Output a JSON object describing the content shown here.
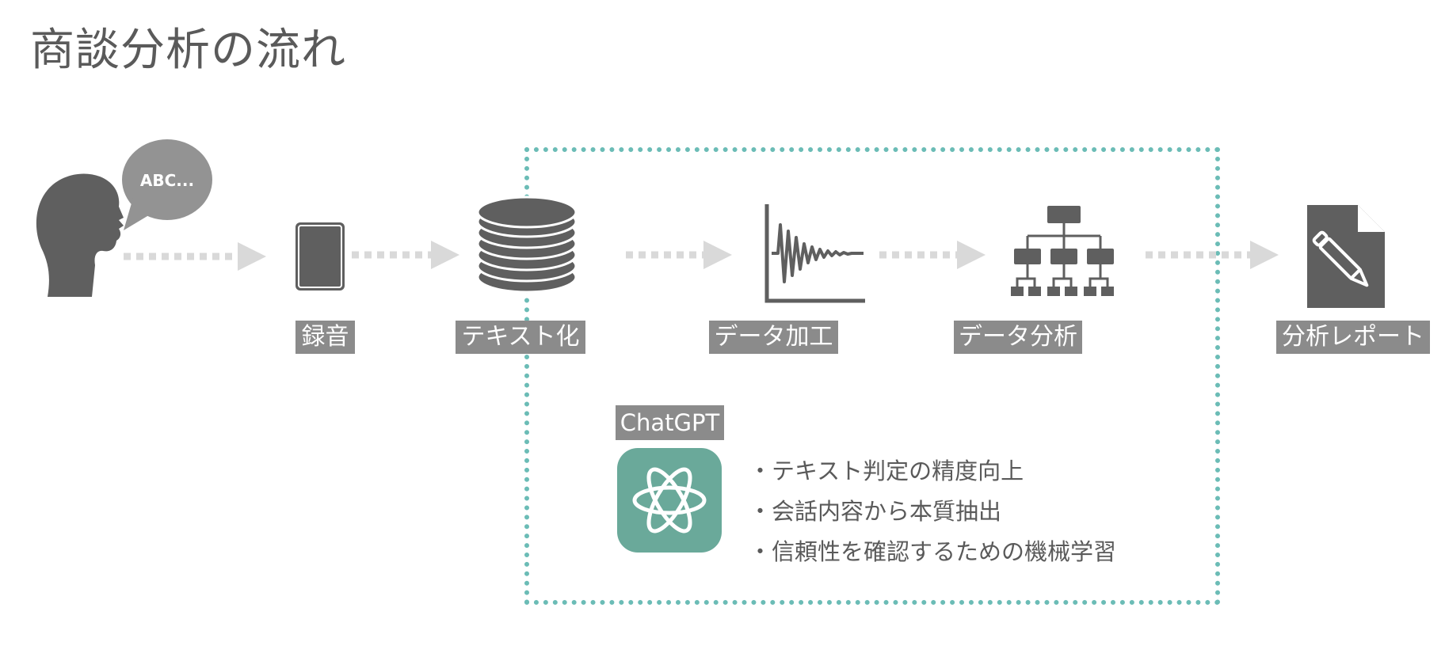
{
  "title": "商談分析の流れ",
  "bubble_text": "ABC...",
  "steps": [
    {
      "label": "録音",
      "icon": "smartphone-icon"
    },
    {
      "label": "テキスト化",
      "icon": "database-icon"
    },
    {
      "label": "データ加工",
      "icon": "waveform-chart-icon"
    },
    {
      "label": "データ分析",
      "icon": "hierarchy-icon"
    },
    {
      "label": "分析レポート",
      "icon": "document-pen-icon"
    }
  ],
  "chatgpt": {
    "tag": "ChatGPT",
    "features": [
      "・テキスト判定の精度向上",
      "・会話内容から本質抽出",
      "・信頼性を確認するための機械学習"
    ]
  },
  "colors": {
    "icon": "#5f5f5f",
    "label_bg": "#8b8b8b",
    "arrow": "#d9d9d9",
    "frame": "#6bbcb6",
    "chatgpt_tile": "#6aa99a"
  }
}
